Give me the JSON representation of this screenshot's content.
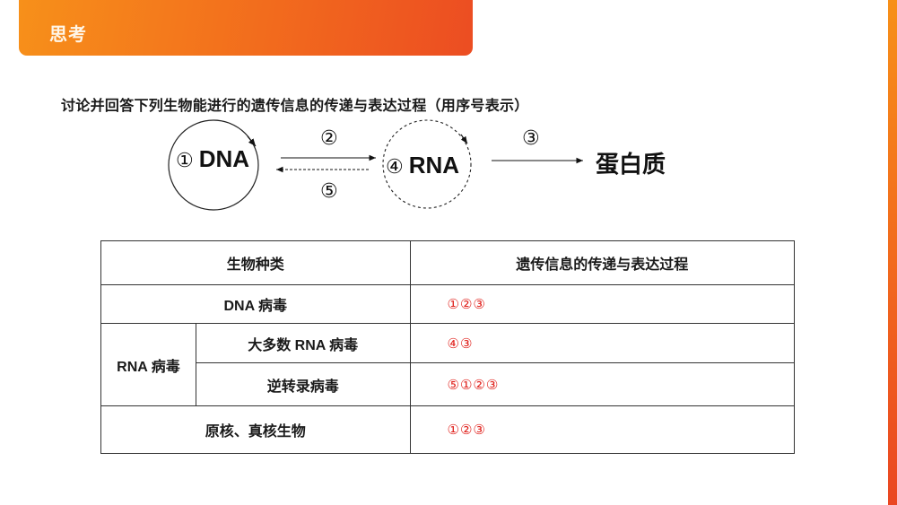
{
  "header": {
    "title": "思考"
  },
  "colors": {
    "accent_start": "#f7901a",
    "accent_end": "#ec4d22",
    "answer_red": "#e0201b"
  },
  "question": "讨论并回答下列生物能进行的遗传信息的传递与表达过程（用序号表示）",
  "diagram": {
    "dna": {
      "num": "①",
      "label": "DNA"
    },
    "rna": {
      "num": "④",
      "label": "RNA"
    },
    "protein": "蛋白质",
    "arrows": [
      {
        "num": "②",
        "from": "DNA",
        "to": "RNA",
        "style": "solid"
      },
      {
        "num": "⑤",
        "from": "RNA",
        "to": "DNA",
        "style": "dashed"
      },
      {
        "num": "③",
        "from": "RNA",
        "to": "蛋白质",
        "style": "solid"
      }
    ]
  },
  "table": {
    "headers": [
      "生物种类",
      "遗传信息的传递与表达过程"
    ],
    "rows": [
      {
        "organism": "DNA 病毒",
        "process": "①②③"
      },
      {
        "group": "RNA 病毒",
        "organism": "大多数 RNA 病毒",
        "process": "④③"
      },
      {
        "group": "RNA 病毒",
        "organism": "逆转录病毒",
        "process": "⑤①②③"
      },
      {
        "organism": "原核、真核生物",
        "process": "①②③"
      }
    ]
  }
}
